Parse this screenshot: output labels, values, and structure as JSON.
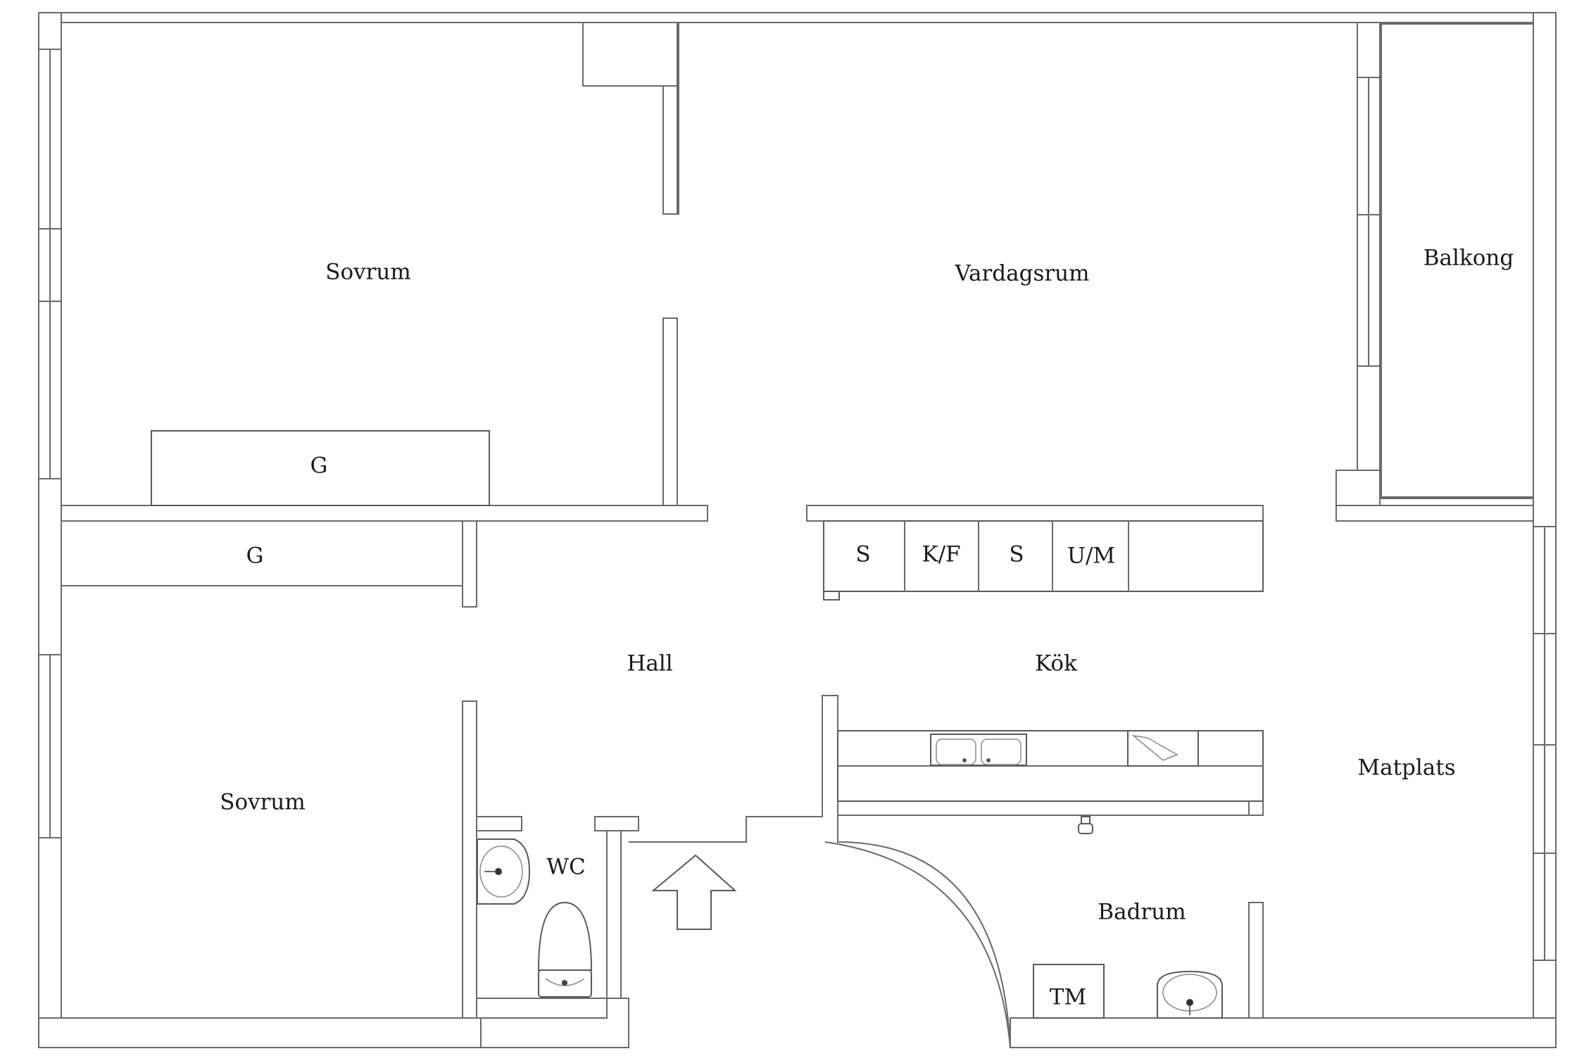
{
  "rooms": {
    "sovrum_top": "Sovrum",
    "vardagsrum": "Vardagsrum",
    "balkong": "Balkong",
    "garderob_top": "G",
    "garderob_left": "G",
    "hall": "Hall",
    "kok": "Kök",
    "sovrum_bottom": "Sovrum",
    "wc": "WC",
    "matplats": "Matplats",
    "badrum": "Badrum",
    "tvattmaskin": "TM"
  },
  "kitchen_units": {
    "skap_1": "S",
    "kyl_frys": "K/F",
    "skap_2": "S",
    "ugn_mikro": "U/M"
  },
  "icons": [
    "entrance-arrow-icon",
    "toilet-icon",
    "sink-icon",
    "double-sink-icon",
    "stove-icon",
    "wall-tap-icon"
  ],
  "colors": {
    "wall_stroke": "#6a6a6a",
    "label": "#1a1a1a",
    "background": "#ffffff"
  }
}
